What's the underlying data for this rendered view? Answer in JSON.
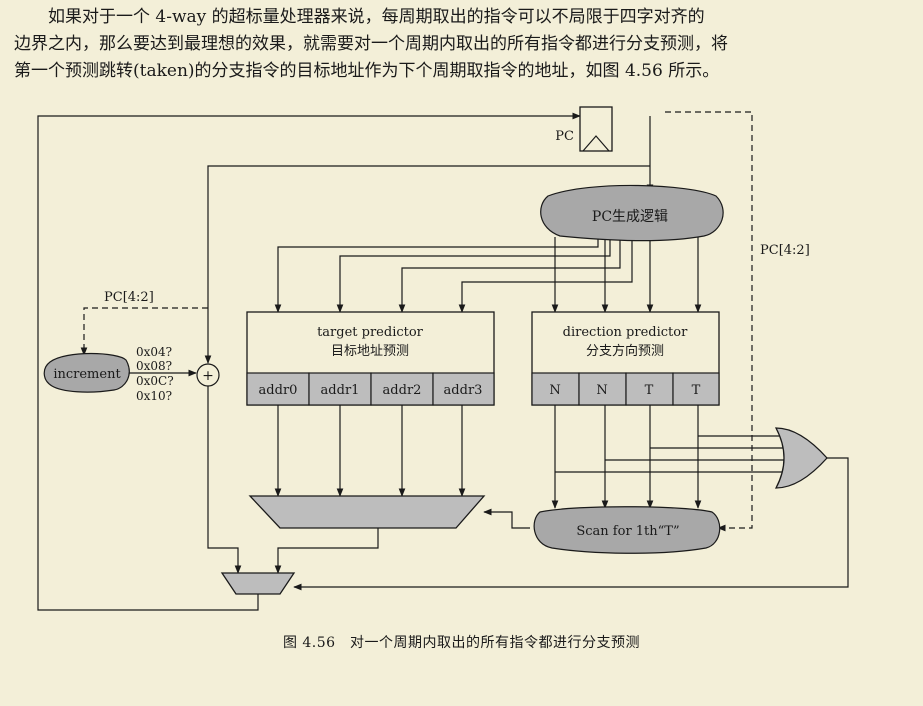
{
  "paragraph": {
    "lines": [
      "如果对于一个 4-way 的超标量处理器来说，每周期取出的指令可以不局限于四字对齐的",
      "边界之内，那么要达到最理想的效果，就需要对一个周期内取出的所有指令都进行分支预测，将",
      "第一个预测跳转(taken)的分支指令的目标地址作为下个周期取指令的地址，如图 4.56 所示。"
    ]
  },
  "diagram": {
    "pc_label": "PC",
    "pc_gen_logic": "PC生成逻辑",
    "pc_bits_left": "PC[4:2]",
    "pc_bits_right": "PC[4:2]",
    "increment": "increment",
    "adder_symbol": "+",
    "offsets": [
      "0x04?",
      "0x08?",
      "0x0C?",
      "0x10?"
    ],
    "target_predictor": {
      "title_en": "target predictor",
      "title_cn": "目标地址预测",
      "cells": [
        "addr0",
        "addr1",
        "addr2",
        "addr3"
      ]
    },
    "direction_predictor": {
      "title_en": "direction predictor",
      "title_cn": "分支方向预测",
      "cells": [
        "N",
        "N",
        "T",
        "T"
      ]
    },
    "scan": "Scan for 1th“T”"
  },
  "caption": "图 4.56　对一个周期内取出的所有指令都进行分支预测",
  "colors": {
    "background": "#f3efd8",
    "cell_fill": "#bdbdbd",
    "blob_fill": "#a8a8a8",
    "mux_fill": "#bdbdbd",
    "line": "#1a1a1a"
  }
}
